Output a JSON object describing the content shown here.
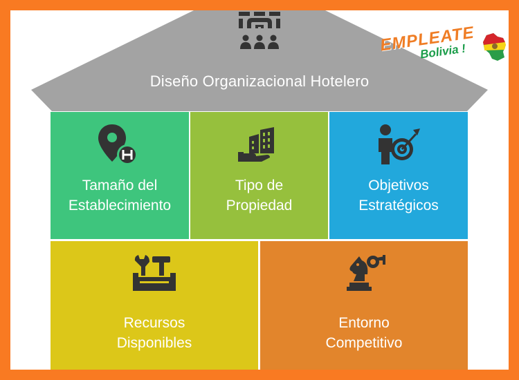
{
  "title": "Diseño Organizacional Hotelero",
  "logo": {
    "brand": "EMPLEATE",
    "country": "Bolivia !"
  },
  "blocks": [
    {
      "label_line1": "Tamaño del",
      "label_line2": "Establecimiento",
      "icon": "hotel-location-pin-icon",
      "color": "#3ec57d"
    },
    {
      "label_line1": "Tipo de",
      "label_line2": "Propiedad",
      "icon": "property-buildings-icon",
      "color": "#96c03d"
    },
    {
      "label_line1": "Objetivos",
      "label_line2": "Estratégicos",
      "icon": "person-target-icon",
      "color": "#22a8dc"
    },
    {
      "label_line1": "Recursos",
      "label_line2": "Disponibles",
      "icon": "toolbox-icon",
      "color": "#dcc719"
    },
    {
      "label_line1": "Entorno",
      "label_line2": "Competitivo",
      "icon": "chess-knight-icon",
      "color": "#e2852c"
    }
  ],
  "colors": {
    "background": "#f97a22",
    "roof": "#a3a3a3",
    "icon_dark": "#333333"
  }
}
